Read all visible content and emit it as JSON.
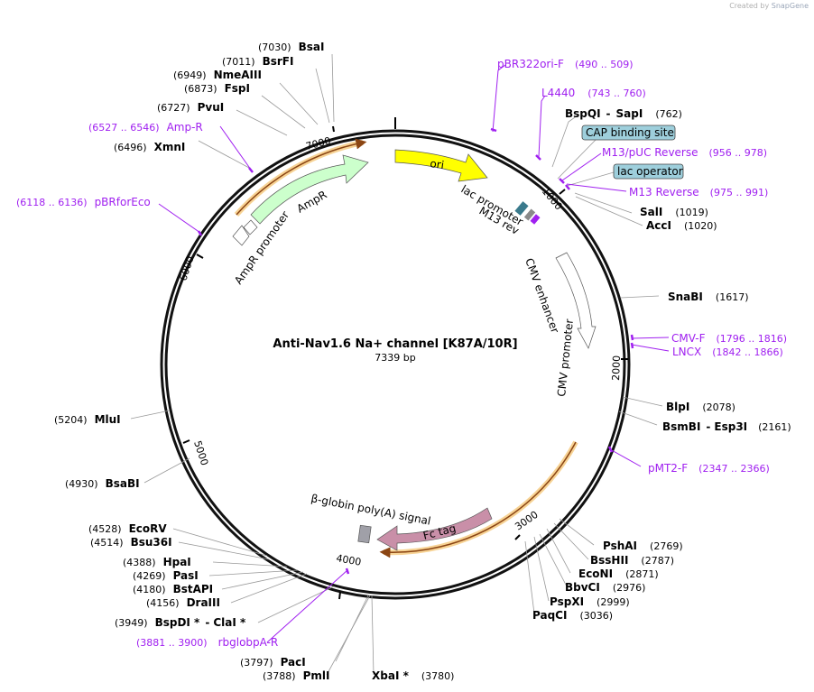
{
  "app": {
    "credit_prefix": "Created by",
    "credit_brand": "SnapGene"
  },
  "plasmid": {
    "name": "Anti-Nav1.6 Na+ channel [K87A/10R]",
    "length_label": "7339 bp",
    "length": 7339
  },
  "ticks": [
    "1000",
    "2000",
    "3000",
    "4000",
    "5000",
    "6000",
    "7000"
  ],
  "features": {
    "ori": "ori",
    "ampr": "AmpR",
    "ampr_promoter": "AmpR promoter",
    "lac_promoter": "lac promoter",
    "m13_rev": "M13 rev",
    "cmv_enhancer": "CMV enhancer",
    "cmv_promoter": "CMV promoter",
    "fc_tag": "Fc tag",
    "globin_polya": "β-globin poly(A) signal",
    "cap_site": "CAP binding site",
    "lac_operator": "lac operator"
  },
  "enzymes": [
    {
      "name": "BsaI",
      "pos": "(7030)"
    },
    {
      "name": "BsrFI",
      "pos": "(7011)"
    },
    {
      "name": "NmeAIII",
      "pos": "(6949)"
    },
    {
      "name": "FspI",
      "pos": "(6873)"
    },
    {
      "name": "PvuI",
      "pos": "(6727)"
    },
    {
      "name": "XmnI",
      "pos": "(6496)"
    },
    {
      "name": "BspQI",
      "sep": "-",
      "name2": "SapI",
      "pos": "(762)"
    },
    {
      "name": "SalI",
      "pos": "(1019)"
    },
    {
      "name": "AccI",
      "pos": "(1020)"
    },
    {
      "name": "SnaBI",
      "pos": "(1617)"
    },
    {
      "name": "BlpI",
      "pos": "(2078)"
    },
    {
      "name": "BsmBI",
      "sep": "-",
      "name2": "Esp3I",
      "pos": "(2161)"
    },
    {
      "name": "PshAI",
      "pos": "(2769)"
    },
    {
      "name": "BssHII",
      "pos": "(2787)"
    },
    {
      "name": "EcoNI",
      "pos": "(2871)"
    },
    {
      "name": "BbvCI",
      "pos": "(2976)"
    },
    {
      "name": "PspXI",
      "pos": "(2999)"
    },
    {
      "name": "PaqCI",
      "pos": "(3036)"
    },
    {
      "name": "MluI",
      "pos": "(5204)"
    },
    {
      "name": "BsaBI",
      "pos": "(4930)"
    },
    {
      "name": "EcoRV",
      "pos": "(4528)"
    },
    {
      "name": "Bsu36I",
      "pos": "(4514)"
    },
    {
      "name": "HpaI",
      "pos": "(4388)"
    },
    {
      "name": "PasI",
      "pos": "(4269)"
    },
    {
      "name": "BstAPI",
      "pos": "(4180)"
    },
    {
      "name": "DraIII",
      "pos": "(4156)"
    },
    {
      "name": "BspDI *",
      "sep": "-",
      "name2": "ClaI *",
      "pos": "(3949)"
    },
    {
      "name": "PacI",
      "pos": "(3797)"
    },
    {
      "name": "PmlI",
      "pos": "(3788)"
    },
    {
      "name": "XbaI *",
      "pos": "(3780)"
    }
  ],
  "primers": [
    {
      "name": "pBR322ori-F",
      "range": "(490 .. 509)"
    },
    {
      "name": "L4440",
      "range": "(743 .. 760)"
    },
    {
      "name": "M13/pUC Reverse",
      "range": "(956 .. 978)"
    },
    {
      "name": "M13 Reverse",
      "range": "(975 .. 991)"
    },
    {
      "name": "CMV-F",
      "range": "(1796 .. 1816)"
    },
    {
      "name": "LNCX",
      "range": "(1842 .. 1866)"
    },
    {
      "name": "pMT2-F",
      "range": "(2347 .. 2366)"
    },
    {
      "name": "rbglobpA-R",
      "range": "(3881 .. 3900)"
    },
    {
      "name": "Amp-R",
      "range": "(6527 .. 6546)"
    },
    {
      "name": "pBRforEco",
      "range": "(6118 .. 6136)"
    }
  ],
  "colors": {
    "ori": "#ffff00",
    "ampr": "#ccffcc",
    "fc_tag": "#c98fa8",
    "primer": "#a020f0",
    "orf_highlight": "#f5c87a",
    "orf_arrow": "#8b4513",
    "lac_box": "#3a7a8c",
    "cap_box": "#9ecfdc",
    "polya": "#a0a0a8"
  }
}
